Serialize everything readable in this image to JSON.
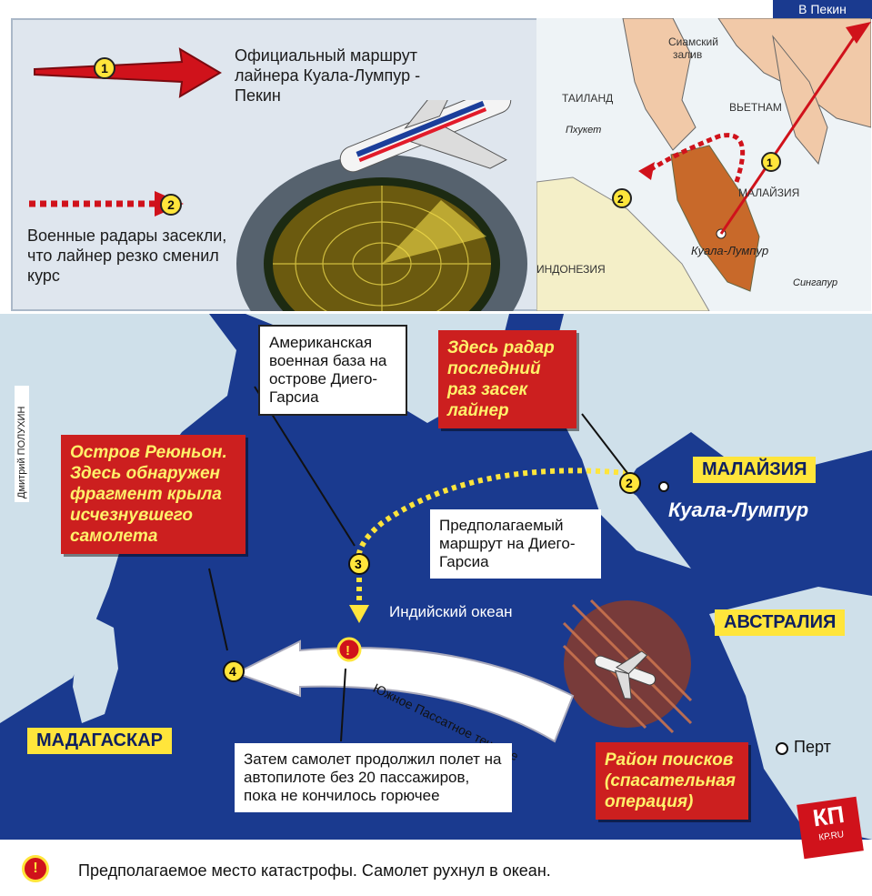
{
  "tab_label": "В Пекин",
  "legend": {
    "item1_text": "Официальный маршрут лайнера Куала-Лумпур - Пекин",
    "item2_text": "Военные радары засекли, что лайнер резко сменил курс"
  },
  "inset": {
    "labels": [
      "Сиамский залив",
      "ТАИЛАНД",
      "ВЬЕТНАМ",
      "Пхукет",
      "МАЛАЙЗИЯ",
      "Куала-Лумпур",
      "ИНДОНЕЗИЯ",
      "Сингапур"
    ]
  },
  "main": {
    "credit": "Дмитрий ПОЛУХИН",
    "callout_base": "Американская военная база на острове Диего-Гарсиа",
    "callout_radar": "Здесь радар последний раз засек лайнер",
    "callout_reunion": "Остров Реюньон. Здесь обнаружен фрагмент крыла исчезнувшего самолета",
    "malaysia_label": "МАЛАЙЗИЯ",
    "kl_label": "Куала-Лумпур",
    "route_note": "Предполагаемый маршрут на Диего-Гарсиа",
    "ocean_label": "Индийский океан",
    "current_label": "Южное Пассатное течение",
    "australia_label": "АВСТРАЛИЯ",
    "madagascar_label": "МАДАГАСКАР",
    "perth_label": "Перт",
    "autopilot_note": "Затем самолет продолжил полет на автопилоте без 20 пассажиров, пока не кончилось горючее",
    "search_note": "Район поисков (спасательная операция)"
  },
  "footer": {
    "crash_note": "Предполагаемое место катастрофы. Самолет рухнул в океан.",
    "logo_text": "КП",
    "logo_sub": "КР.RU"
  },
  "colors": {
    "ocean": "#1a3a8f",
    "route_red": "#d0121b",
    "highlight": "#ffe53b",
    "alert": "#cc1f1f"
  }
}
